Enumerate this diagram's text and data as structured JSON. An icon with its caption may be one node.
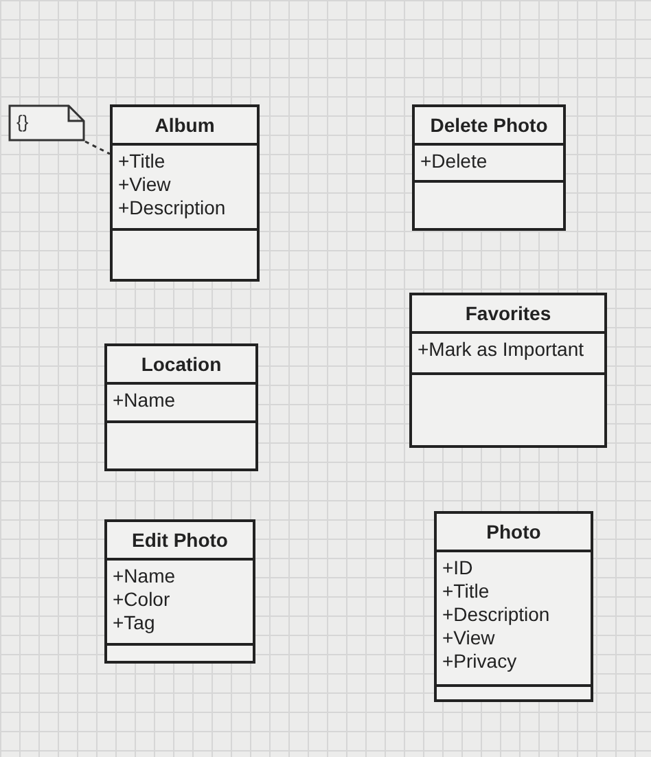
{
  "diagram": {
    "nodes": [
      {
        "text": [
          "{}"
        ]
      },
      {
        "text": [
          "Album",
          "+Title",
          "+View",
          "+Description"
        ]
      },
      {
        "text": [
          "Delete Photo",
          "+Delete"
        ]
      },
      {
        "text": [
          "Favorites",
          "+Mark as Important"
        ]
      },
      {
        "text": [
          "Location",
          "+Name"
        ]
      },
      {
        "text": [
          "Edit Photo",
          "+Name",
          "+Color",
          "+Tag"
        ]
      },
      {
        "text": [
          "Photo",
          "+ID",
          "+Title",
          "+Description",
          "+View",
          "+Privacy"
        ]
      }
    ],
    "edges": [
      {
        "from": 0,
        "to": 1,
        "arrow": "none",
        "style": "dashed"
      }
    ]
  }
}
